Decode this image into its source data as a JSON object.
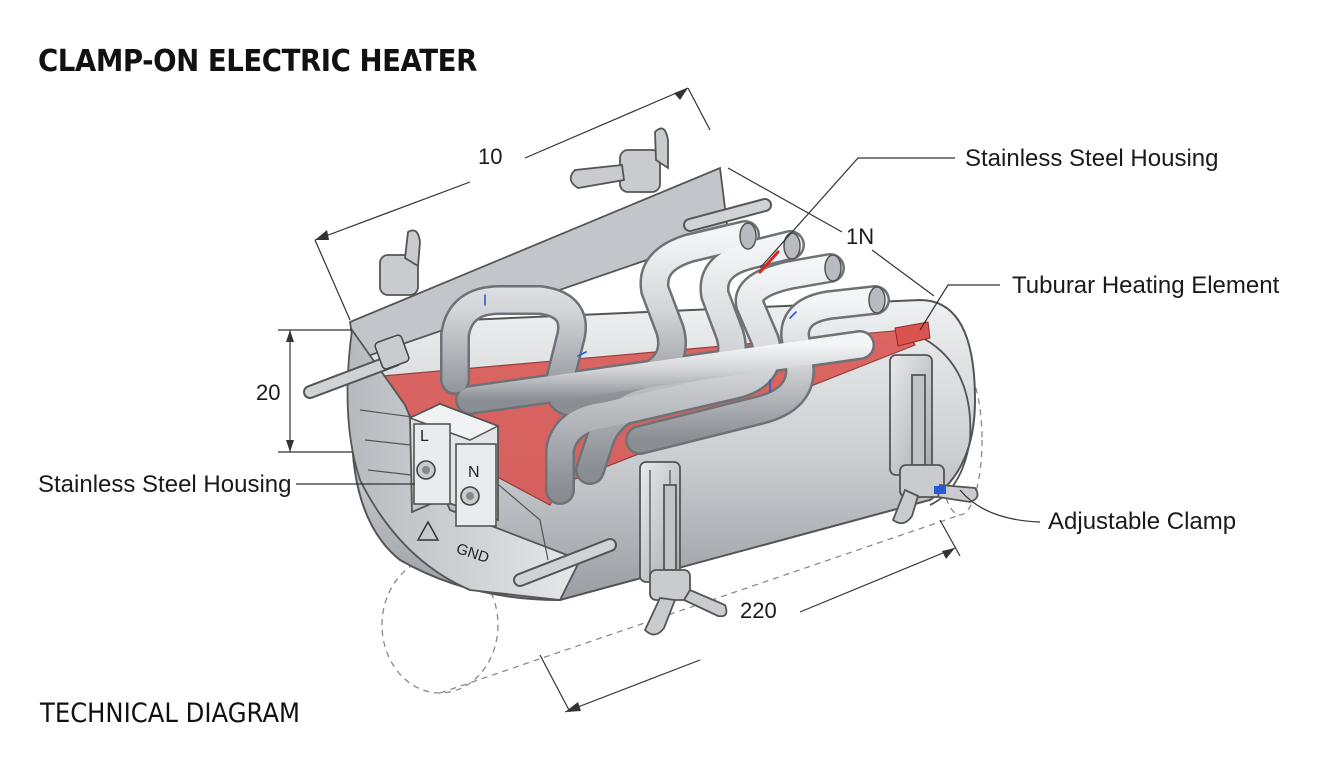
{
  "title": "CLAMP-ON ELECTRIC HEATER",
  "footer": "TECHNICAL DIAGRAM",
  "callouts": {
    "housing_top": "Stainless Steel Housing",
    "heating_element": "Tuburar Heating Element",
    "housing_left": "Stainless Steel Housing",
    "clamp": "Adjustable Clamp"
  },
  "dimensions": {
    "top": "10",
    "right": "1N",
    "left": "20",
    "bottom": "220"
  },
  "terminals": {
    "line": "L",
    "neutral": "N",
    "ground": "GND"
  },
  "colors": {
    "steel": "#c9cbce",
    "steel_dark": "#7d8186",
    "insulation": "#d9534f",
    "accent_blue": "#2a5bd7",
    "leader": "#333333"
  }
}
